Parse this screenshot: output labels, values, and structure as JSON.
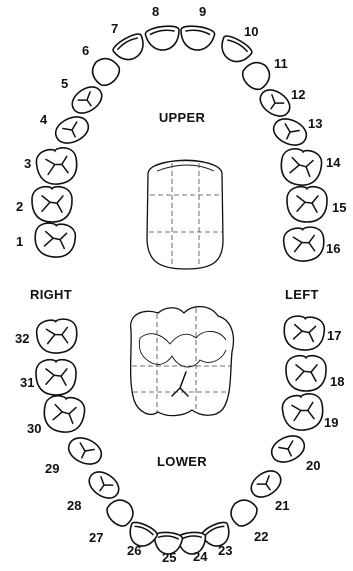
{
  "labels": {
    "upper": "UPPER",
    "lower": "LOWER",
    "right": "RIGHT",
    "left": "LEFT"
  },
  "teeth": [
    {
      "number": "1",
      "kind": "molar"
    },
    {
      "number": "2",
      "kind": "molar"
    },
    {
      "number": "3",
      "kind": "molar"
    },
    {
      "number": "4",
      "kind": "premolar"
    },
    {
      "number": "5",
      "kind": "premolar"
    },
    {
      "number": "6",
      "kind": "canine"
    },
    {
      "number": "7",
      "kind": "incisor"
    },
    {
      "number": "8",
      "kind": "incisor"
    },
    {
      "number": "9",
      "kind": "incisor"
    },
    {
      "number": "10",
      "kind": "incisor"
    },
    {
      "number": "11",
      "kind": "canine"
    },
    {
      "number": "12",
      "kind": "premolar"
    },
    {
      "number": "13",
      "kind": "premolar"
    },
    {
      "number": "14",
      "kind": "molar"
    },
    {
      "number": "15",
      "kind": "molar"
    },
    {
      "number": "16",
      "kind": "molar"
    },
    {
      "number": "17",
      "kind": "molar"
    },
    {
      "number": "18",
      "kind": "molar"
    },
    {
      "number": "19",
      "kind": "molar"
    },
    {
      "number": "20",
      "kind": "premolar"
    },
    {
      "number": "21",
      "kind": "premolar"
    },
    {
      "number": "22",
      "kind": "canine"
    },
    {
      "number": "23",
      "kind": "incisor"
    },
    {
      "number": "24",
      "kind": "incisor"
    },
    {
      "number": "25",
      "kind": "incisor"
    },
    {
      "number": "26",
      "kind": "incisor"
    },
    {
      "number": "27",
      "kind": "canine"
    },
    {
      "number": "28",
      "kind": "premolar"
    },
    {
      "number": "29",
      "kind": "premolar"
    },
    {
      "number": "30",
      "kind": "molar"
    },
    {
      "number": "31",
      "kind": "molar"
    },
    {
      "number": "32",
      "kind": "molar"
    }
  ]
}
